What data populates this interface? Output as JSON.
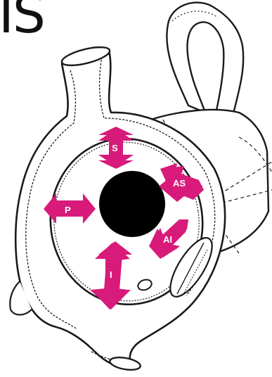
{
  "corner_text": "IS",
  "colors": {
    "arrow": "#D81B7A",
    "outline": "#1a1a1a",
    "center": "#000000",
    "background": "#ffffff"
  },
  "labels": {
    "superior": "S",
    "anterosuperior": "AS",
    "posterior": "P",
    "anteroinferior": "AI",
    "inferior": "I"
  }
}
